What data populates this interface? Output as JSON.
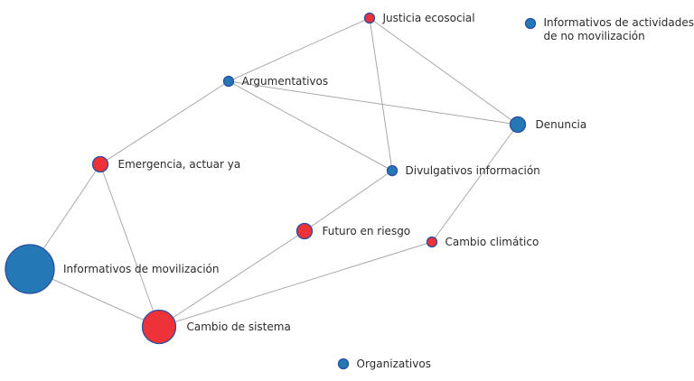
{
  "colors": {
    "red_node": "#ee3239",
    "blue_node": "#2478b5",
    "node_stroke": "#2a4ea0",
    "edge": "#a9a9a9",
    "label": "#2b2b2b"
  },
  "nodes": [
    {
      "id": "justicia",
      "label": [
        "Justicia ecosocial"
      ],
      "type": "red",
      "size": "small"
    },
    {
      "id": "informativos_no_mov",
      "label": [
        "Informativos de actividades",
        "de no movilización"
      ],
      "type": "blue",
      "size": "small"
    },
    {
      "id": "argumentativos",
      "label": [
        "Argumentativos"
      ],
      "type": "blue",
      "size": "small"
    },
    {
      "id": "denuncia",
      "label": [
        "Denuncia"
      ],
      "type": "blue",
      "size": "medium"
    },
    {
      "id": "emergencia",
      "label": [
        "Emergencia, actuar ya"
      ],
      "type": "red",
      "size": "medium"
    },
    {
      "id": "divulgativos",
      "label": [
        "Divulgativos información"
      ],
      "type": "blue",
      "size": "small"
    },
    {
      "id": "futuro",
      "label": [
        "Futuro en riesgo"
      ],
      "type": "red",
      "size": "medium"
    },
    {
      "id": "cambio_climatico",
      "label": [
        "Cambio climático"
      ],
      "type": "red",
      "size": "small"
    },
    {
      "id": "informativos_mov",
      "label": [
        "Informativos de movilización"
      ],
      "type": "blue",
      "size": "xlarge"
    },
    {
      "id": "cambio_sistema",
      "label": [
        "Cambio de sistema"
      ],
      "type": "red",
      "size": "large"
    },
    {
      "id": "organizativos",
      "label": [
        "Organizativos"
      ],
      "type": "blue",
      "size": "small"
    }
  ],
  "edges": [
    [
      "justicia",
      "argumentativos"
    ],
    [
      "justicia",
      "divulgativos"
    ],
    [
      "justicia",
      "denuncia"
    ],
    [
      "argumentativos",
      "denuncia"
    ],
    [
      "argumentativos",
      "divulgativos"
    ],
    [
      "argumentativos",
      "emergencia"
    ],
    [
      "denuncia",
      "cambio_climatico"
    ],
    [
      "emergencia",
      "informativos_mov"
    ],
    [
      "emergencia",
      "cambio_sistema"
    ],
    [
      "informativos_mov",
      "cambio_sistema"
    ],
    [
      "divulgativos",
      "futuro"
    ],
    [
      "futuro",
      "cambio_sistema"
    ],
    [
      "cambio_sistema",
      "cambio_climatico"
    ]
  ]
}
